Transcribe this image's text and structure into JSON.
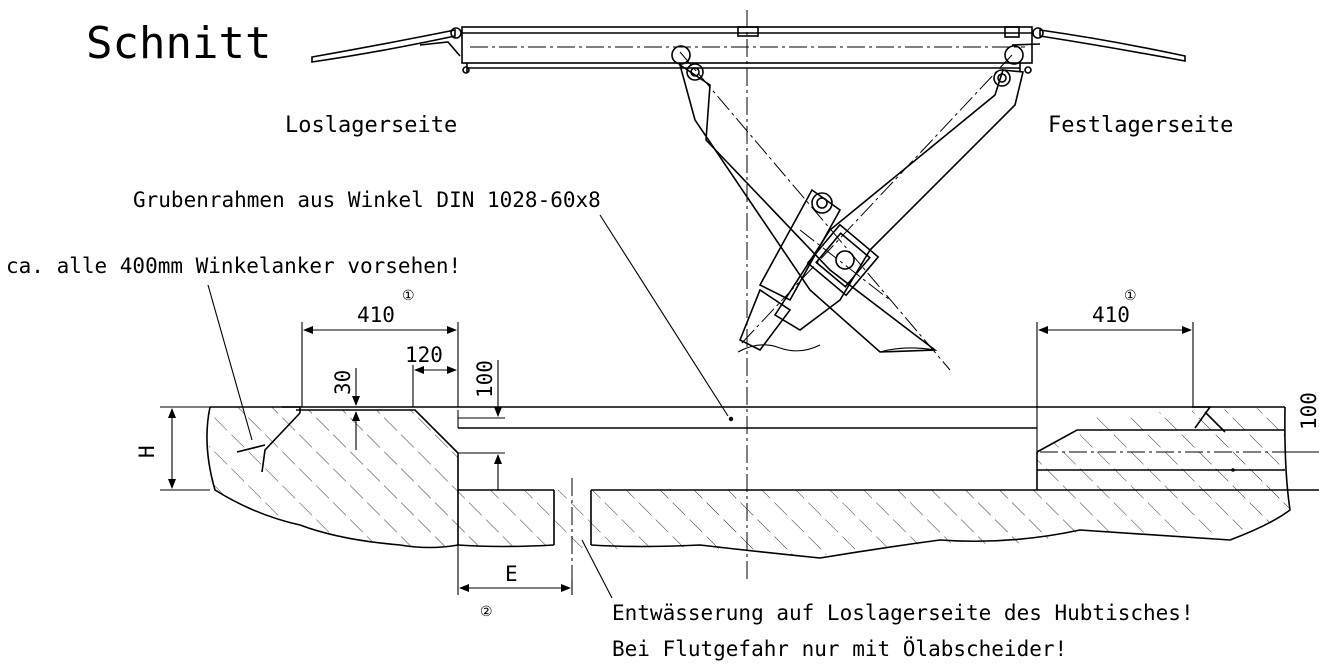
{
  "title": "Schnitt",
  "side_left": "Loslagerseite",
  "side_right": "Festlagerseite",
  "note_frame": "Grubenrahmen aus Winkel DIN 1028-60x8",
  "note_anchor": "ca. alle 400mm Winkelanker vorsehen!",
  "note_drain_1": "Entwässerung auf Loslagerseite des Hubtisches!",
  "note_drain_2": "Bei Flutgefahr nur mit Ölabscheider!",
  "dim_410_left": "410",
  "dim_410_right": "410",
  "dim_120": "120",
  "dim_30": "30",
  "dim_100_mid": "100",
  "dim_100_right": "100",
  "dim_H": "H",
  "dim_E": "E",
  "mark_1": "①",
  "mark_2": "②"
}
